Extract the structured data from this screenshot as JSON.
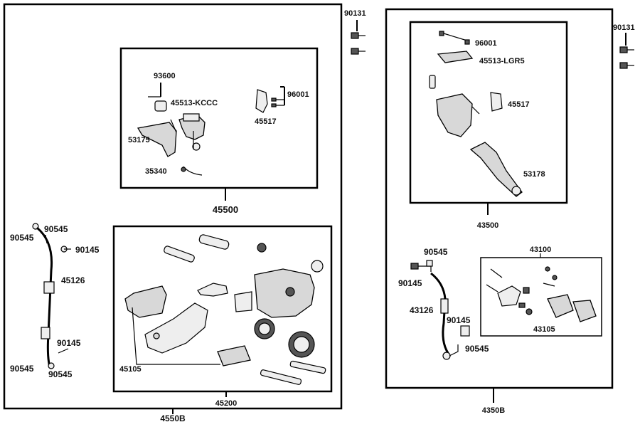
{
  "diagram": {
    "left_assembly": {
      "code": "4550B",
      "top_bolts": "90131",
      "master_group": {
        "code": "45500",
        "parts": [
          "93600",
          "45513-KCCC",
          "96001",
          "45517",
          "53175",
          "35340"
        ]
      },
      "caliper_group": {
        "code": "45200",
        "parts": [
          "45105"
        ]
      },
      "hose_parts": {
        "p1": "90545",
        "p2": "90545",
        "p3": "90145",
        "p4": "45126",
        "p5": "90145",
        "p6": "90545",
        "p7": "90545"
      }
    },
    "right_assembly": {
      "code": "4350B",
      "top_bolts": "90131",
      "master_group": {
        "code": "43500",
        "parts": [
          "96001",
          "45513-LGR5",
          "45517",
          "53178"
        ]
      },
      "caliper_group": {
        "code": "43100",
        "parts": [
          "43105"
        ]
      },
      "hose_parts": {
        "p1": "90545",
        "p2": "90145",
        "p3": "43126",
        "p4": "90145",
        "p5": "90545"
      }
    }
  }
}
